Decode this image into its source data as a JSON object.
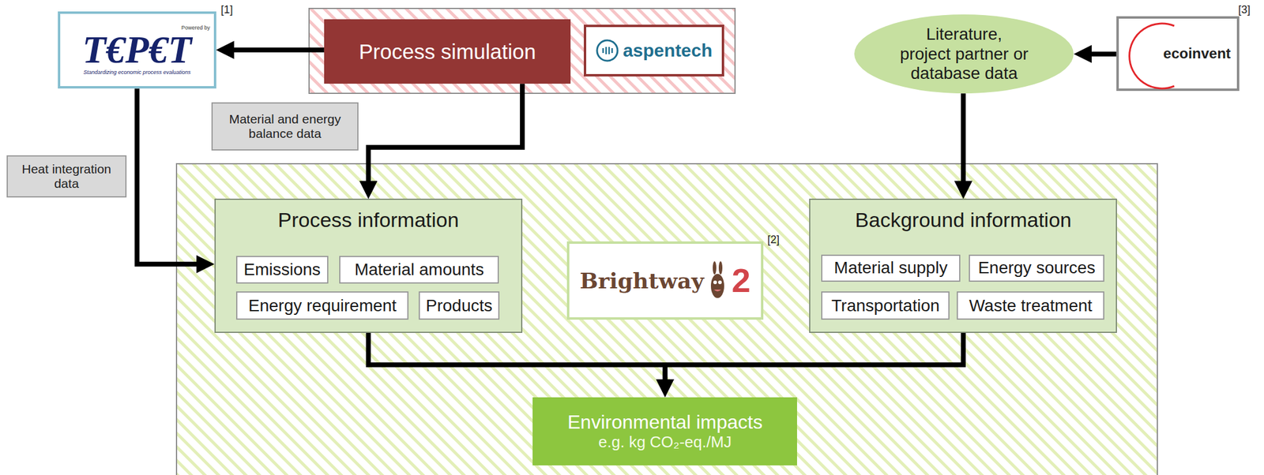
{
  "diagram": {
    "nodes": [
      {
        "text": [
          "Powered by",
          "T€P€T",
          "Standardizing economic process evaluations"
        ]
      },
      {
        "text": [
          "Process simulation"
        ]
      },
      {
        "text": [
          "aspentech"
        ]
      },
      {
        "text": [
          "Literature, project partner or database data"
        ]
      },
      {
        "text": [
          "ecoinvent"
        ]
      },
      {
        "text": [
          "Material and energy balance data"
        ]
      },
      {
        "text": [
          "Heat integration data"
        ]
      },
      {
        "text": [
          "Process information"
        ]
      },
      {
        "text": [
          "Emissions"
        ],
        "in": 7
      },
      {
        "text": [
          "Material amounts"
        ],
        "in": 7
      },
      {
        "text": [
          "Energy requirement"
        ],
        "in": 7
      },
      {
        "text": [
          "Products"
        ],
        "in": 7
      },
      {
        "text": [
          "Brightway",
          "2"
        ]
      },
      {
        "text": [
          "Background information"
        ]
      },
      {
        "text": [
          "Material supply"
        ],
        "in": 13
      },
      {
        "text": [
          "Energy sources"
        ],
        "in": 13
      },
      {
        "text": [
          "Transportation"
        ],
        "in": 13
      },
      {
        "text": [
          "Waste treatment"
        ],
        "in": 13
      },
      {
        "text": [
          "Environmental impacts",
          "e.g. kg CO₂-eq./MJ"
        ]
      }
    ],
    "edges": [
      {
        "from": 1,
        "to": 0,
        "arrow": "to"
      },
      {
        "from": 1,
        "to": 7,
        "arrow": "to"
      },
      {
        "from": 0,
        "to": 7,
        "arrow": "to"
      },
      {
        "from": 4,
        "to": 3,
        "arrow": "to"
      },
      {
        "from": 3,
        "to": 13,
        "arrow": "to"
      },
      {
        "from": 7,
        "to": 18,
        "arrow": "to"
      },
      {
        "from": 13,
        "to": 18,
        "arrow": "to"
      }
    ],
    "labels": [
      "[1]",
      "[2]",
      "[3]"
    ]
  }
}
